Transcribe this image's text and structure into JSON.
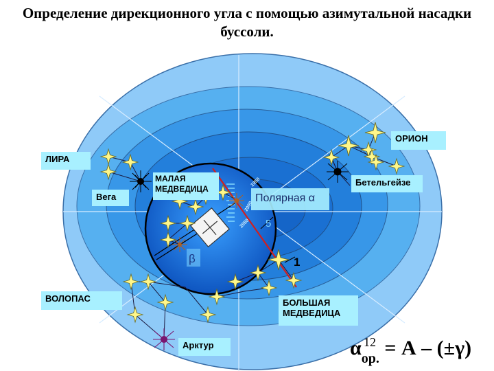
{
  "title": "Определение дирекционного угла с помощью азимутальной насадки буссоли.",
  "constellations": {
    "lyra": "ЛИРА",
    "ursa_minor": "МАЛАЯ\nМЕДВЕДИЦА",
    "orion": "ОРИОН",
    "bootes": "ВОЛОПАС",
    "ursa_major": "БОЛЬШАЯ\nМЕДВЕДИЦА"
  },
  "stars": {
    "vega": "Вега",
    "betelgeuse": "Бетельгейзе",
    "arcturus": "Арктур",
    "polaris": "Полярная α"
  },
  "scale_labels": [
    "1950",
    "2000",
    "2050"
  ],
  "markers": {
    "five": "5",
    "one": "1",
    "beta": "β"
  },
  "formula": {
    "alpha": "α",
    "sub": "ор.",
    "sup": "12",
    "rest": " = А – (±γ)"
  },
  "colors": {
    "ring_outer": "#8fcaf8",
    "ring_2": "#4aa8ee",
    "ring_3": "#2f8fe4",
    "ring_4": "#1d79d6",
    "core": "#1565c8",
    "label_bg": "#a8f0ff",
    "red_line": "#d11f1f"
  }
}
